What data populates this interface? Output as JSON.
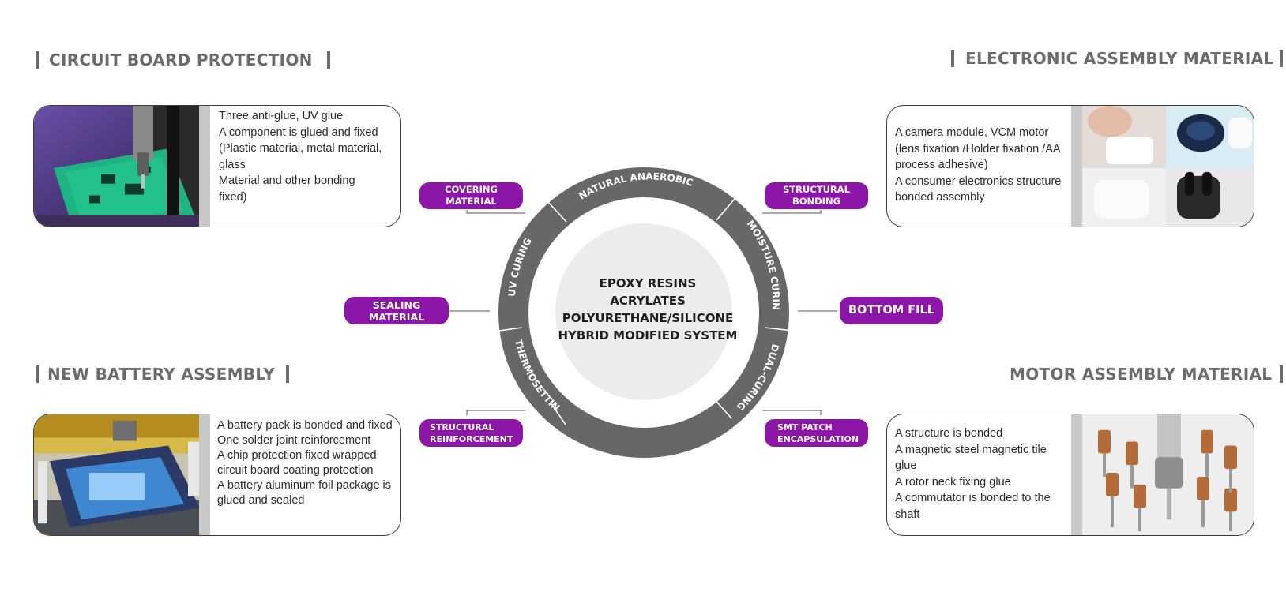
{
  "headings": {
    "circuit": "CIRCUIT BOARD PROTECTION",
    "electronic": "ELECTRONIC ASSEMBLY MATERIAL",
    "battery": "NEW BATTERY ASSEMBLY",
    "motor": "MOTOR ASSEMBLY MATERIAL"
  },
  "cards": {
    "circuit": {
      "image": "circuit-board-dispensing-photo",
      "lines": [
        "Three anti-glue, UV glue",
        "A component is glued and fixed",
        "(Plastic material, metal material,",
        "glass",
        "Material and other bonding",
        "fixed)"
      ]
    },
    "electronic": {
      "image": "earbuds-electronics-photo",
      "lines": [
        "A camera module, VCM motor",
        "(lens fixation /Holder fixation /AA",
        "process adhesive)",
        "A consumer electronics structure",
        "bonded assembly"
      ]
    },
    "battery": {
      "image": "battery-assembly-line-photo",
      "lines": [
        "A battery pack is bonded and fixed",
        "One solder joint reinforcement",
        "A chip protection fixed wrapped",
        "circuit board coating protection",
        "A battery aluminum foil package is",
        "glued and sealed"
      ]
    },
    "motor": {
      "image": "motor-rotors-photo",
      "lines": [
        "A structure is bonded",
        "A magnetic steel magnetic tile",
        "glue",
        "A rotor neck fixing glue",
        "A commutator is bonded to the",
        "shaft"
      ]
    }
  },
  "pills": {
    "covering": "COVERING MATERIAL",
    "structural_bonding": "STRUCTURAL BONDING",
    "sealing": "SEALING MATERIAL",
    "bottom_fill": "BOTTOM FILL",
    "structural_reinforcement_1": "STRUCTURAL",
    "structural_reinforcement_2": "REINFORCEMENT",
    "smt_1": "SMT PATCH",
    "smt_2": "ENCAPSULATION"
  },
  "ring_labels": {
    "natural_anaerobic": "NATURAL ANAEROBIC",
    "moisture_curing": "MOISTURE CURING",
    "dual_curing": "DUAL-CURING",
    "thermosetting": "THERMOSETTING",
    "uv_curing": "UV CURING"
  },
  "center": {
    "line1": "EPOXY RESINS",
    "line2": "ACRYLATES",
    "line3": "POLYURETHANE/SILICONE",
    "line4": "HYBRID MODIFIED SYSTEM"
  },
  "colors": {
    "accent_purple": "#8b16a8",
    "ring_gray": "#676767",
    "center_gray": "#ececec",
    "heading_gray": "#6b6b6b"
  }
}
